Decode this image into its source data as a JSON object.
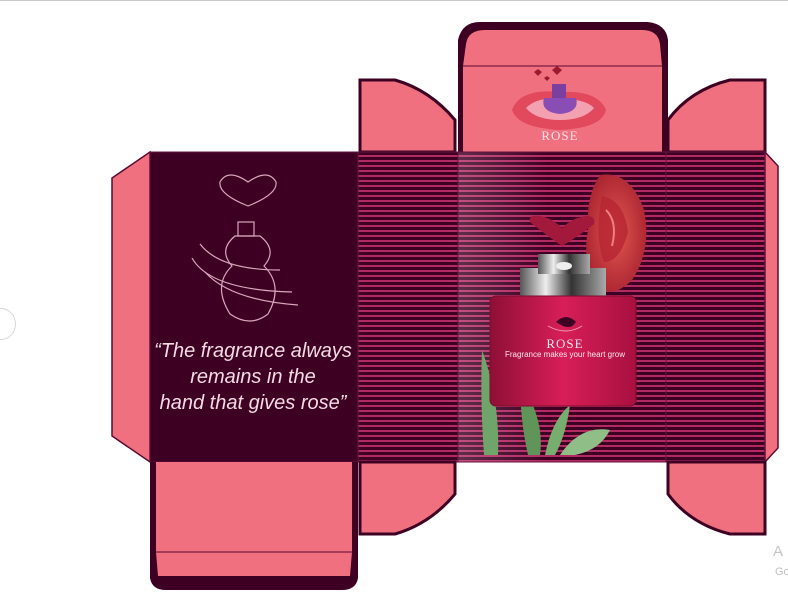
{
  "colors": {
    "panel_pink": "#f0707f",
    "panel_dark": "#3d0023",
    "outline": "#5a0a33",
    "stripe": "#b22a62",
    "rose_red": "#c8333f",
    "jar_red": "#c3164b"
  },
  "quote": {
    "line1": "“The fragrance always",
    "line2": "remains in the",
    "line3": "hand that gives rose”"
  },
  "top_lid": {
    "brand": "ROSE"
  },
  "jar": {
    "brand": "ROSE",
    "tagline": "Fragrance makes your heart grow"
  },
  "watermark": {
    "line1": "A",
    "line2": "Go"
  }
}
